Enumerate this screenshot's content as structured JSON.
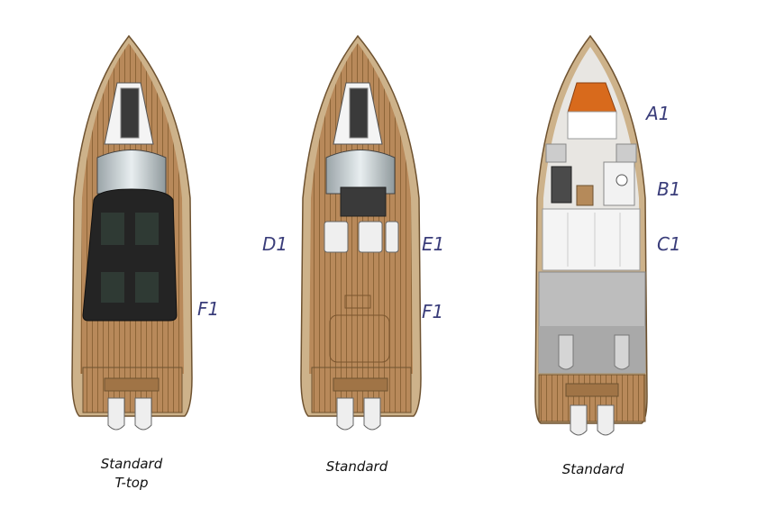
{
  "boats": [
    {
      "caption_line1": "Standard",
      "caption_line2": "T-top",
      "labels": [
        "F1"
      ]
    },
    {
      "caption_line1": "Standard",
      "labels": [
        "D1",
        "E1",
        "F1"
      ]
    },
    {
      "caption_line1": "Standard",
      "labels": [
        "A1",
        "B1",
        "C1"
      ]
    }
  ],
  "colors": {
    "teak": "#b58a5a",
    "teak_dark": "#8a6438",
    "hull": "#d8c3a0",
    "ttop": "#2a2a2a",
    "label": "#3a3d7a",
    "interior": "#e6e4e0",
    "lower_deck": "#c8c8c8",
    "cushion": "#d86a1c"
  },
  "icons": [
    "outboard-engine-icon",
    "helm-seat-icon",
    "windshield-icon",
    "sunroof-icon"
  ]
}
